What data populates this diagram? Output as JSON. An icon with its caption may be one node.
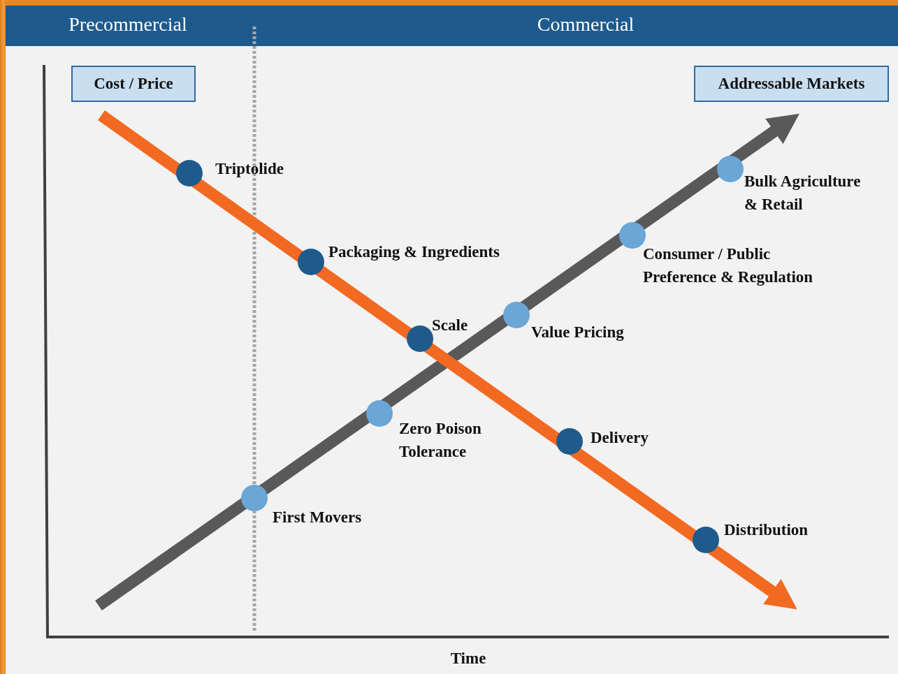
{
  "diagram": {
    "nodes": [
      {
        "text": [
          "Cost / Price"
        ]
      },
      {
        "text": [
          "Addressable Markets"
        ]
      },
      {
        "text": [],
        "shape": "circle",
        "beside": [
          "Bulk Agriculture & Retail"
        ]
      },
      {
        "text": [],
        "shape": "circle",
        "beside": [
          "Triptolide"
        ]
      },
      {
        "text": [],
        "shape": "circle",
        "beside": [
          "Consumer / Public Preference & Regulation"
        ]
      },
      {
        "text": [],
        "shape": "circle",
        "beside": [
          "Packaging & Ingredients"
        ]
      },
      {
        "text": [],
        "shape": "circle",
        "beside": [
          "Value Pricing"
        ]
      },
      {
        "text": [],
        "shape": "circle",
        "beside": [
          "Scale"
        ]
      },
      {
        "text": [],
        "shape": "circle",
        "beside": [
          "Zero Poison Tolerance"
        ]
      },
      {
        "text": [],
        "shape": "circle",
        "beside": [
          "Delivery"
        ]
      },
      {
        "text": [],
        "shape": "circle",
        "beside": [
          "First Movers"
        ]
      },
      {
        "text": [],
        "shape": "circle",
        "beside": [
          "Distribution"
        ]
      }
    ],
    "labels": [
      "Precommercial",
      "Commercial",
      "Time"
    ]
  }
}
